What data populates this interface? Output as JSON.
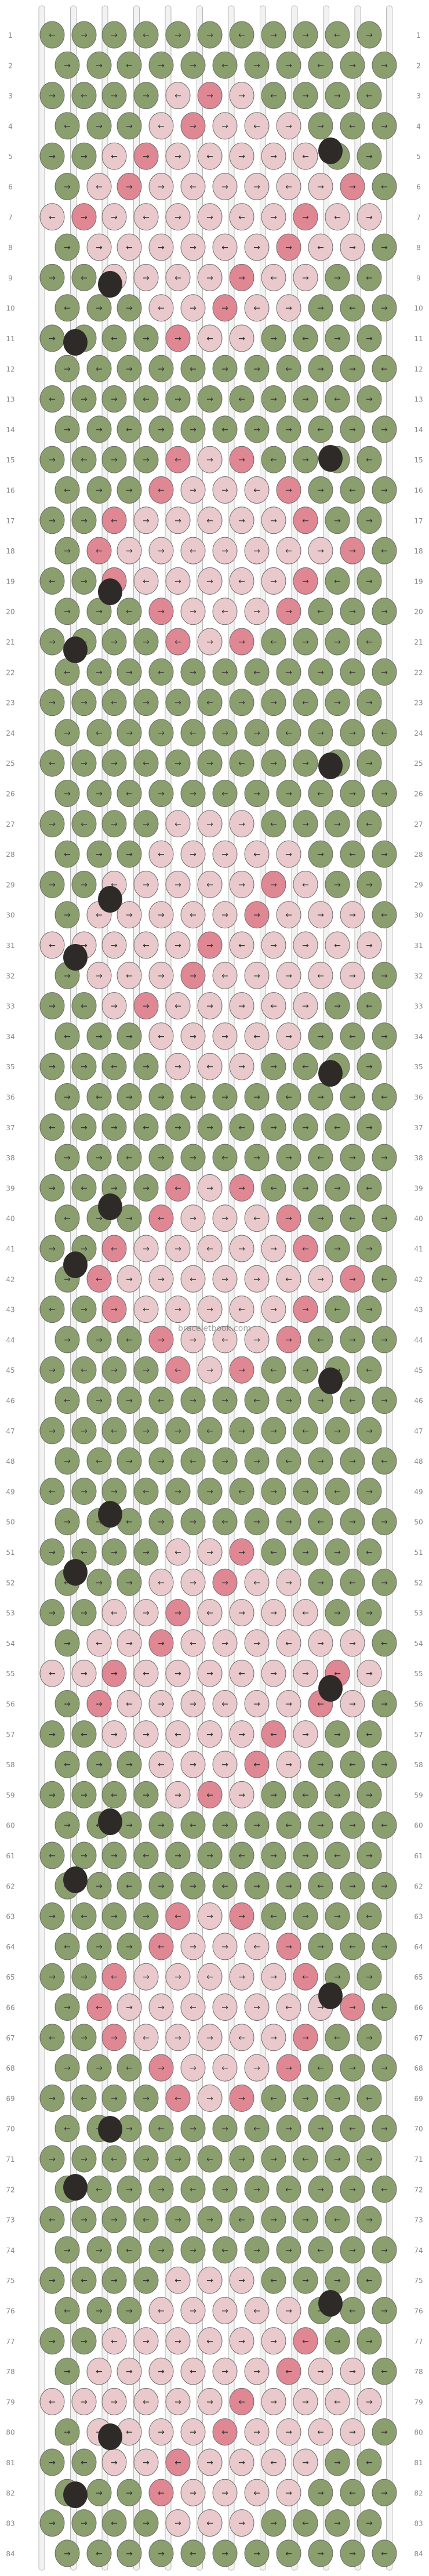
{
  "pattern": {
    "type": "friendship-bracelet-alpha-pattern",
    "strings": 12,
    "rows": 84,
    "row_numbers_left": [
      "1",
      "2",
      "3",
      "4",
      "5",
      "6",
      "7",
      "8",
      "9",
      "10",
      "11",
      "12",
      "13",
      "14",
      "15",
      "16",
      "17",
      "18",
      "19",
      "20",
      "21",
      "22",
      "23",
      "24",
      "25",
      "26",
      "27",
      "28",
      "29",
      "30",
      "31",
      "32",
      "33",
      "34",
      "35",
      "36",
      "37",
      "38",
      "39",
      "40",
      "41",
      "42",
      "43",
      "44",
      "45",
      "46",
      "47",
      "48",
      "49",
      "50",
      "51",
      "52",
      "53",
      "54",
      "55",
      "56",
      "57",
      "58",
      "59",
      "60",
      "61",
      "62",
      "63",
      "64",
      "65",
      "66",
      "67",
      "68",
      "69",
      "70",
      "71",
      "72",
      "73",
      "74",
      "75",
      "76",
      "77",
      "78",
      "79",
      "80",
      "81",
      "82",
      "83",
      "84"
    ],
    "row_numbers_right": [
      "1",
      "2",
      "3",
      "4",
      "5",
      "6",
      "7",
      "8",
      "9",
      "10",
      "11",
      "12",
      "13",
      "14",
      "15",
      "16",
      "17",
      "18",
      "19",
      "20",
      "21",
      "22",
      "23",
      "24",
      "25",
      "26",
      "27",
      "28",
      "29",
      "30",
      "31",
      "32",
      "33",
      "34",
      "35",
      "36",
      "37",
      "38",
      "39",
      "40",
      "41",
      "42",
      "43",
      "44",
      "45",
      "46",
      "47",
      "48",
      "49",
      "50",
      "51",
      "52",
      "53",
      "54",
      "55",
      "56",
      "57",
      "58",
      "59",
      "60",
      "61",
      "62",
      "63",
      "64",
      "65",
      "66",
      "67",
      "68",
      "69",
      "70",
      "71",
      "72",
      "73",
      "74",
      "75",
      "76",
      "77",
      "78",
      "79",
      "80",
      "81",
      "82",
      "83",
      "84"
    ],
    "colors": {
      "green": "#8a9e6e",
      "light_pink": "#e9c9cc",
      "pink": "#df8793",
      "black": "#2e2a28"
    },
    "watermark": "braceletbook.com"
  }
}
